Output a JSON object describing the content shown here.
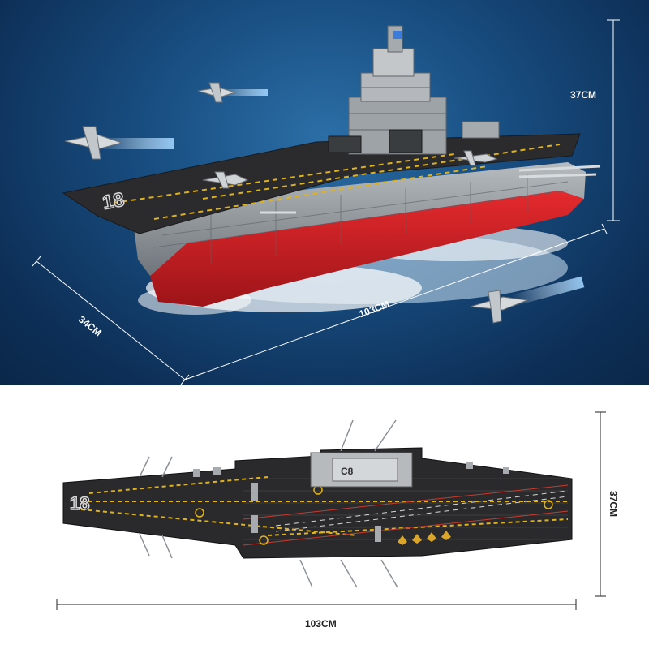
{
  "top_view": {
    "height_label": "37CM",
    "width_label": "34CM",
    "length_label": "103CM",
    "hull_number": "18"
  },
  "plan_view": {
    "height_label": "37CM",
    "length_label": "103CM",
    "hull_number": "18"
  },
  "colors": {
    "background_top": "#184d80",
    "deck": "#2b2b2e",
    "hull_red": "#d21e23",
    "hull_grey": "#8d9398",
    "deck_marking": "#e0b21b"
  }
}
